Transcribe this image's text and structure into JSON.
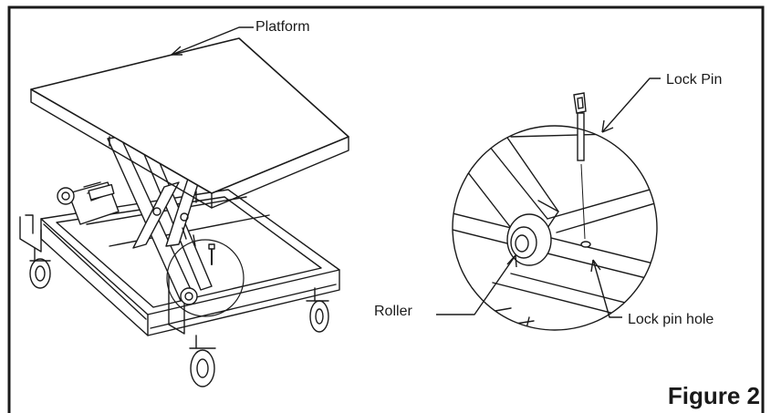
{
  "labels": {
    "platform": "Platform",
    "lock_pin": "Lock Pin",
    "roller": "Roller",
    "lock_pin_hole": "Lock pin hole"
  },
  "figure_caption": "Figure 2",
  "colors": {
    "line": "#1a1a1a",
    "background": "#ffffff"
  }
}
